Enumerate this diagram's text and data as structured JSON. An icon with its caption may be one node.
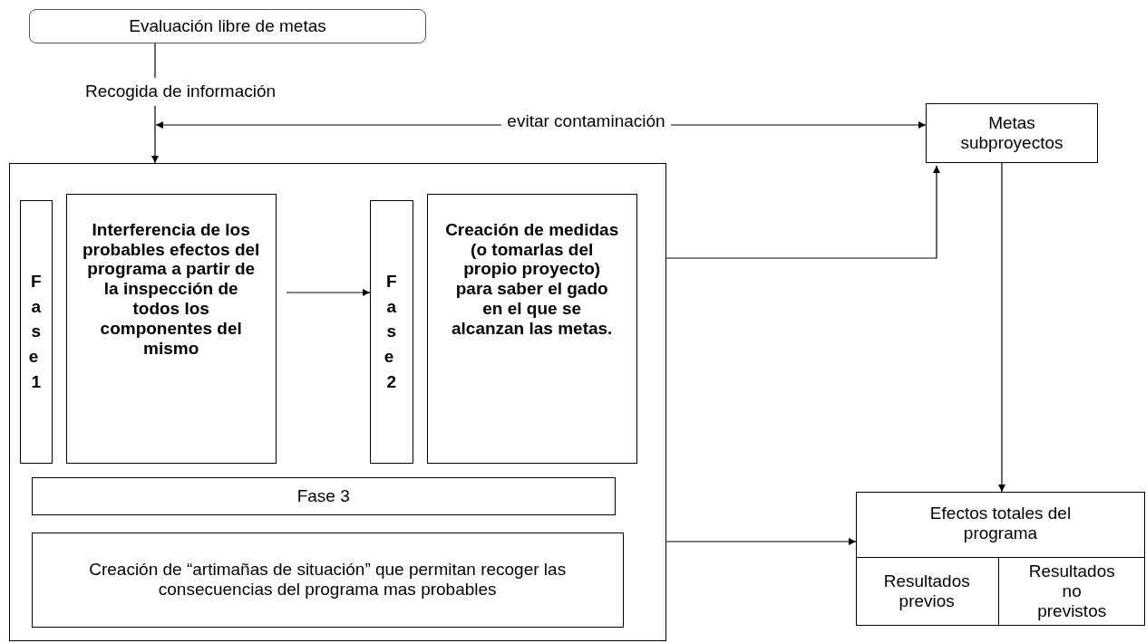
{
  "diagram": {
    "nodes": [
      {
        "text": [
          "Evaluación libre de metas"
        ]
      },
      {
        "text": [
          "Recogida de información"
        ]
      },
      {
        "text": [],
        "shape": "box"
      },
      {
        "text": [
          "Fase 1"
        ],
        "in": 2
      },
      {
        "text": [
          "Interferencia de los probables efectos del programa a partir de la inspección de todos los componentes del mismo"
        ],
        "in": 2
      },
      {
        "text": [
          "Fase 2"
        ],
        "in": 2
      },
      {
        "text": [
          "Creación de medidas (o tomarlas del propio proyecto) para saber el gado en el que se alcanzan las metas."
        ],
        "in": 2
      },
      {
        "text": [
          "Fase 3"
        ],
        "in": 2
      },
      {
        "text": [
          "Creación de “artimañas de situación” que permitan recoger las consecuencias del programa mas probables"
        ],
        "in": 2
      },
      {
        "text": [
          "Metas subproyectos"
        ]
      },
      {
        "text": [
          "Efectos totales del programa"
        ]
      },
      {
        "text": [
          "Resultados previos"
        ],
        "in": 10
      },
      {
        "text": [
          "Resultados no previstos"
        ],
        "in": 10
      }
    ],
    "edges": [
      {
        "from": 0,
        "to": 1,
        "arrow": "none"
      },
      {
        "from": 1,
        "to": 2,
        "arrow": "to"
      },
      {
        "from": 1,
        "to": 9,
        "arrow": "both",
        "label": "evitar contaminación"
      },
      {
        "from": 4,
        "to": 5,
        "arrow": "to"
      },
      {
        "from": 2,
        "to": 9,
        "arrow": "to"
      },
      {
        "from": 9,
        "to": 10,
        "arrow": "to"
      },
      {
        "from": 2,
        "to": 10,
        "arrow": "to"
      }
    ]
  }
}
